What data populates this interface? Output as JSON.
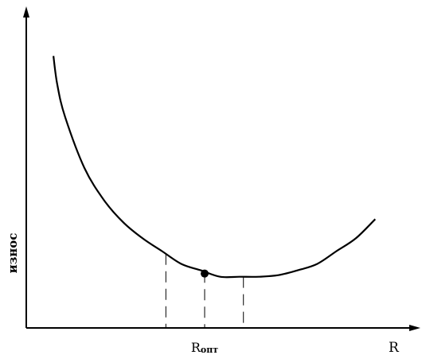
{
  "chart_data": {
    "type": "line",
    "title": "",
    "ylabel": "износ",
    "xlabel": "R",
    "x_marker_label_main": "R",
    "x_marker_label_sub": "опт",
    "grid": false,
    "legend": "none",
    "series": [
      {
        "x": [
          0.07,
          0.08,
          0.1,
          0.15,
          0.2,
          0.25,
          0.3,
          0.35,
          0.4,
          0.45,
          0.5,
          0.55,
          0.6,
          0.65,
          0.7,
          0.75,
          0.8,
          0.85,
          0.9
        ],
        "y": [
          0.85,
          0.76,
          0.66,
          0.5,
          0.4,
          0.33,
          0.28,
          0.24,
          0.2,
          0.18,
          0.16,
          0.16,
          0.16,
          0.165,
          0.18,
          0.2,
          0.24,
          0.28,
          0.34
        ]
      }
    ],
    "optimum_point": {
      "x": 0.46,
      "y": 0.17
    },
    "dashed_lines_x": [
      0.36,
      0.46,
      0.56
    ],
    "xlim": [
      0,
      1
    ],
    "ylim": [
      0,
      1
    ]
  }
}
